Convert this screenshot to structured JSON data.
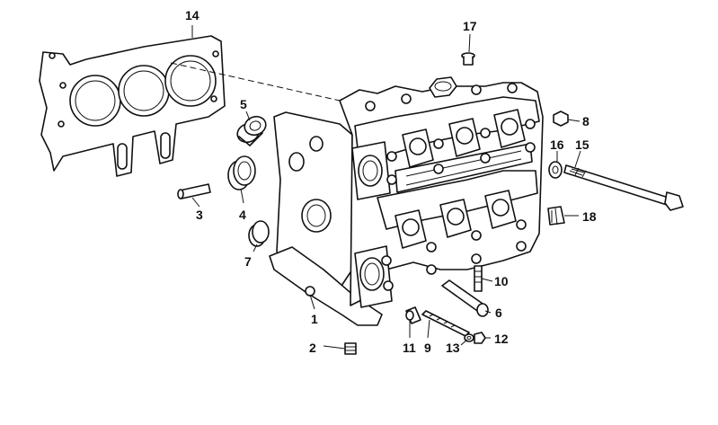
{
  "callouts": {
    "c1": "1",
    "c2": "2",
    "c3": "3",
    "c4": "4",
    "c5": "5",
    "c6": "6",
    "c7": "7",
    "c8": "8",
    "c9": "9",
    "c10": "10",
    "c11": "11",
    "c12": "12",
    "c13": "13",
    "c14": "14",
    "c15": "15",
    "c16": "16",
    "c17": "17",
    "c18": "18"
  },
  "colors": {
    "ink": "#111111",
    "background": "#ffffff"
  }
}
